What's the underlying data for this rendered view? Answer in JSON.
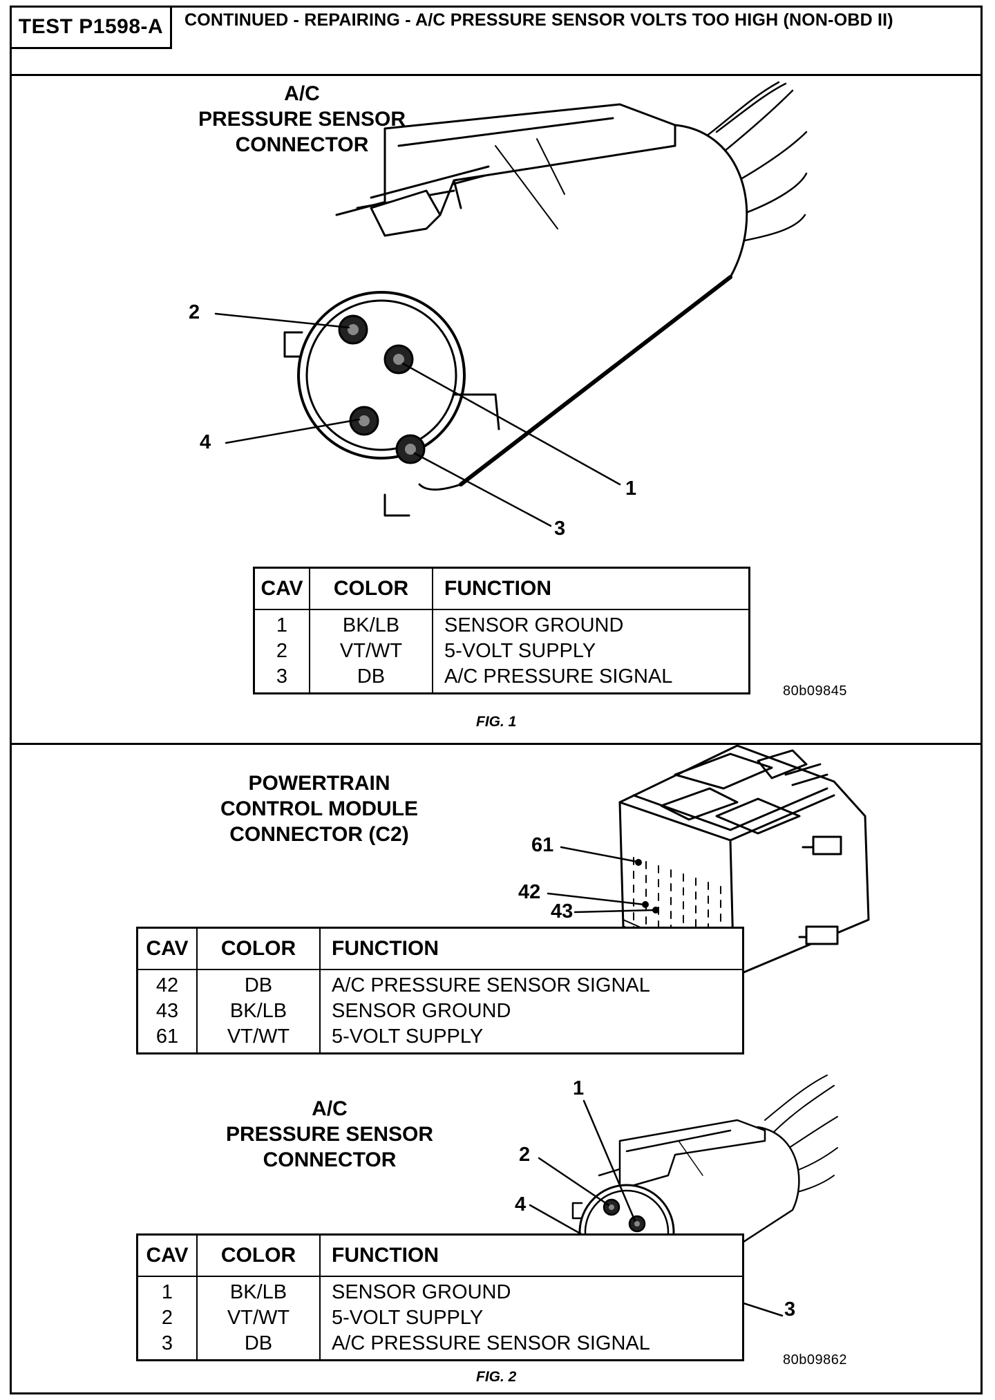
{
  "header": {
    "test_id": "TEST P1598-A",
    "title": "CONTINUED - REPAIRING - A/C PRESSURE SENSOR VOLTS TOO HIGH (NON-OBD II)"
  },
  "fig1": {
    "label_lines": [
      "A/C",
      "PRESSURE SENSOR",
      "CONNECTOR"
    ],
    "pins": [
      "1",
      "2",
      "3",
      "4"
    ],
    "table": {
      "headers": [
        "CAV",
        "COLOR",
        "FUNCTION"
      ],
      "rows": [
        {
          "cav": "1",
          "color": "BK/LB",
          "function": "SENSOR GROUND"
        },
        {
          "cav": "2",
          "color": "VT/WT",
          "function": "5-VOLT SUPPLY"
        },
        {
          "cav": "3",
          "color": "DB",
          "function": "A/C PRESSURE SIGNAL"
        }
      ]
    },
    "ref": "80b09845",
    "caption": "FIG. 1"
  },
  "fig2": {
    "pcm_label_lines": [
      "POWERTRAIN",
      "CONTROL MODULE",
      "CONNECTOR (C2)"
    ],
    "pcm_pins": [
      "61",
      "42",
      "43"
    ],
    "pcm_table": {
      "headers": [
        "CAV",
        "COLOR",
        "FUNCTION"
      ],
      "rows": [
        {
          "cav": "42",
          "color": "DB",
          "function": "A/C PRESSURE SENSOR SIGNAL"
        },
        {
          "cav": "43",
          "color": "BK/LB",
          "function": "SENSOR GROUND"
        },
        {
          "cav": "61",
          "color": "VT/WT",
          "function": "5-VOLT SUPPLY"
        }
      ]
    },
    "sensor_label_lines": [
      "A/C",
      "PRESSURE SENSOR",
      "CONNECTOR"
    ],
    "sensor_pins": [
      "1",
      "2",
      "3",
      "4"
    ],
    "sensor_table": {
      "headers": [
        "CAV",
        "COLOR",
        "FUNCTION"
      ],
      "rows": [
        {
          "cav": "1",
          "color": "BK/LB",
          "function": "SENSOR GROUND"
        },
        {
          "cav": "2",
          "color": "VT/WT",
          "function": "5-VOLT SUPPLY"
        },
        {
          "cav": "3",
          "color": "DB",
          "function": "A/C PRESSURE SENSOR SIGNAL"
        }
      ]
    },
    "ref": "80b09862",
    "caption": "FIG. 2"
  }
}
